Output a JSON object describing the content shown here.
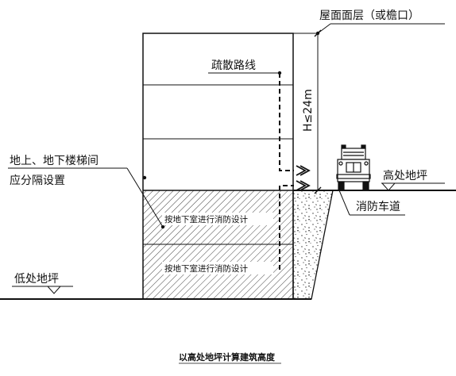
{
  "labels": {
    "roof": "屋面面层（或檐口）",
    "evacuation": "疏散路线",
    "height": "H≤24m",
    "high_ground": "高处地坪",
    "stair_line1": "地上、地下楼梯间",
    "stair_line2": "应分隔设置",
    "fire_lane": "消防车道",
    "basement_upper": "按地下室进行消防设计",
    "basement_lower": "按地下室进行消防设计",
    "low_ground": "低处地坪"
  },
  "caption": "以高处地坪计算建筑高度",
  "icons": {
    "vehicle": "fire-truck-icon",
    "level_marker": "elevation-triangle-icon"
  },
  "colors": {
    "ink": "#111111",
    "background": "#ffffff"
  }
}
